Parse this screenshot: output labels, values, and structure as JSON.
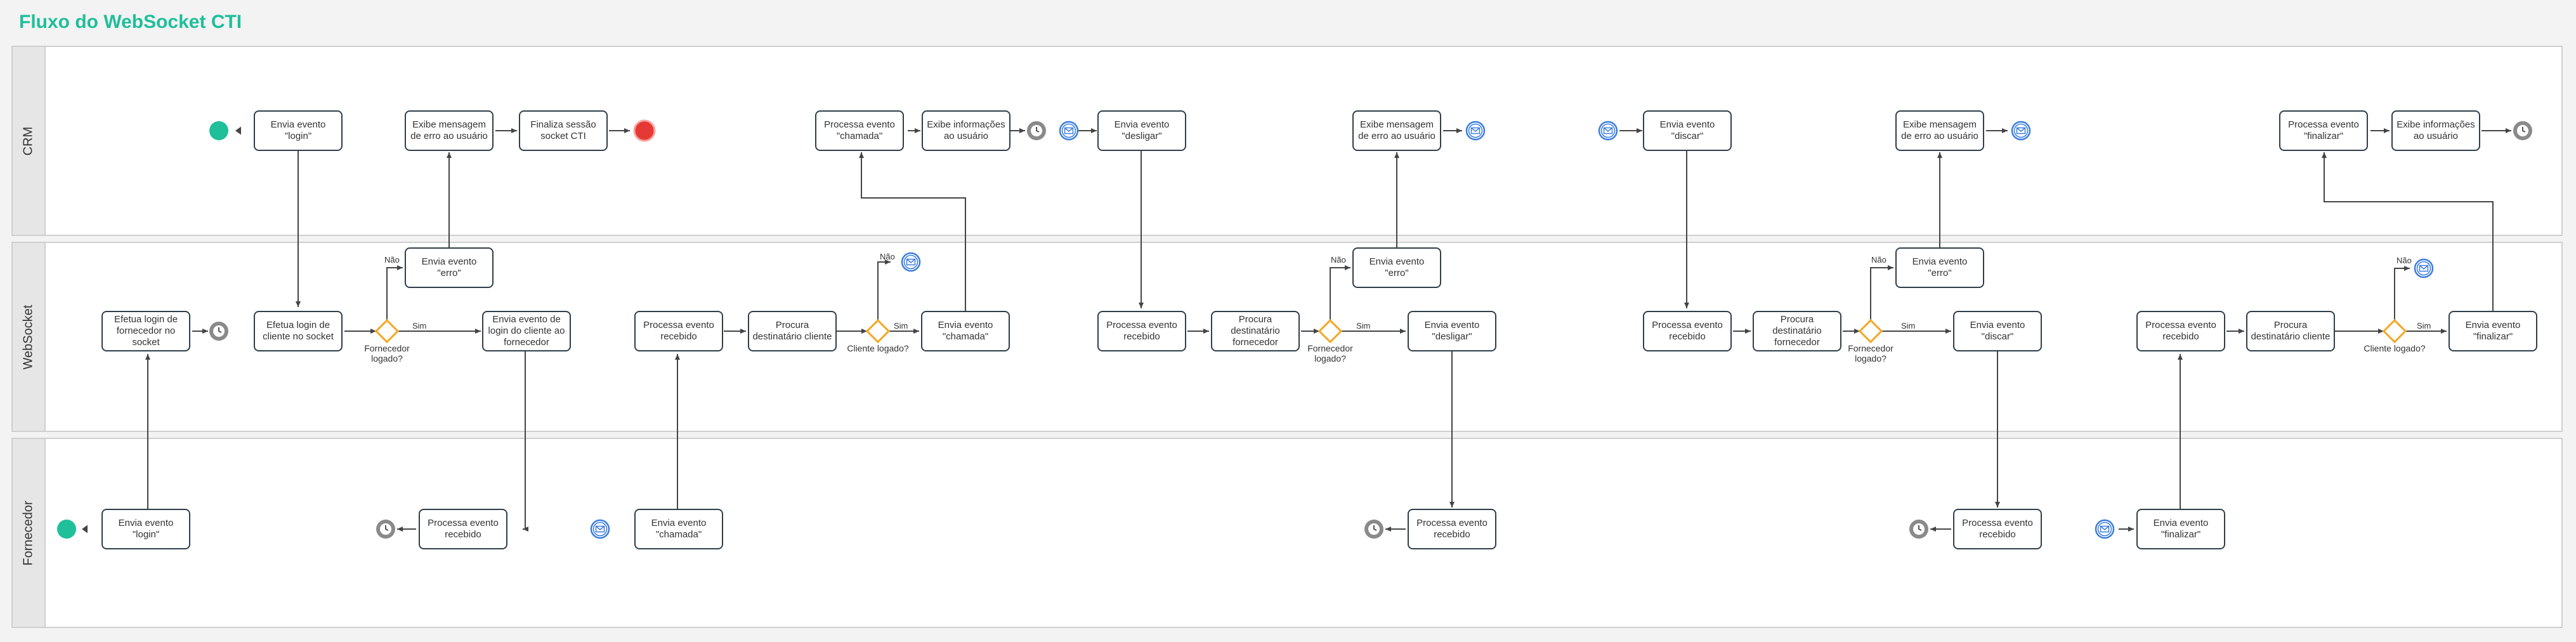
{
  "title": "Fluxo do WebSocket CTI",
  "lanes": {
    "crm": "CRM",
    "websocket": "WebSocket",
    "fornecedor": "Fornecedor"
  },
  "tasks": {
    "crm_envia_login": "Envia evento \"login\"",
    "crm_exibe_erro1": "Exibe mensagem de erro ao usuário",
    "crm_finaliza_sessao": "Finaliza sessão socket CTI",
    "crm_processa_chamada": "Processa evento \"chamada\"",
    "crm_exibe_info1": "Exibe informações ao usuário",
    "crm_envia_desligar": "Envia evento \"desligar\"",
    "crm_exibe_erro2": "Exibe mensagem de erro ao usuário",
    "crm_envia_discar": "Envia evento \"discar\"",
    "crm_exibe_erro3": "Exibe mensagem de erro ao usuário",
    "crm_processa_finalizar": "Processa evento \"finalizar\"",
    "crm_exibe_info2": "Exibe informações ao usuário",
    "ws_efetua_login_forn": "Efetua login de fornecedor no socket",
    "ws_efetua_login_cli": "Efetua login de cliente no socket",
    "ws_envia_erro1": "Envia evento \"erro\"",
    "ws_envia_login_cli": "Envia evento de login do cliente ao fornecedor",
    "ws_processa1": "Processa evento recebido",
    "ws_procura_cli1": "Procura destinatário cliente",
    "ws_envia_chamada": "Envia evento \"chamada\"",
    "ws_processa2": "Processa evento recebido",
    "ws_procura_forn1": "Procura destinatário fornecedor",
    "ws_envia_erro2": "Envia evento \"erro\"",
    "ws_envia_desligar": "Envia evento \"desligar\"",
    "ws_processa3": "Processa evento recebido",
    "ws_procura_forn2": "Procura destinatário fornecedor",
    "ws_envia_erro3": "Envia evento \"erro\"",
    "ws_envia_discar": "Envia evento \"discar\"",
    "ws_processa4": "Processa evento recebido",
    "ws_procura_cli2": "Procura destinatário cliente",
    "ws_envia_finalizar": "Envia evento \"finalizar\"",
    "f_envia_login": "Envia evento \"login\"",
    "f_processa1": "Processa evento recebido",
    "f_envia_chamada": "Envia evento \"chamada\"",
    "f_processa2": "Processa evento recebido",
    "f_processa3": "Processa evento recebido",
    "f_envia_finalizar": "Envia evento \"finalizar\""
  },
  "gateways": {
    "fornecedor_logado": "Fornecedor logado?",
    "cliente_logado": "Cliente logado?"
  },
  "flow_labels": {
    "nao": "Não",
    "sim": "Sim"
  },
  "colors": {
    "title": "#1fbf9a",
    "start_event": "#1fbf9a",
    "end_event": "#e53935",
    "timer_event": "#8a8a8a",
    "message_event": "#3b7ddd",
    "gateway": "#f5a623",
    "task_border": "#2f3e4a"
  }
}
